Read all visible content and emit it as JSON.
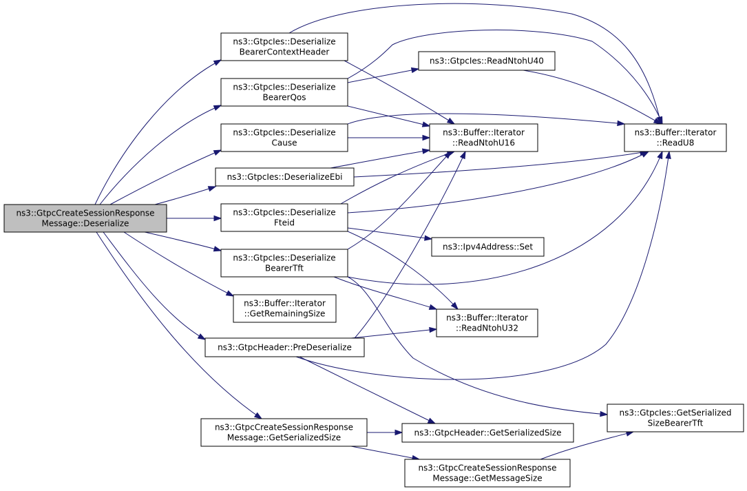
{
  "colors": {
    "node_fill": "#ffffff",
    "root_fill": "#bfbfbf",
    "node_border": "#000000",
    "edge": "#191970"
  },
  "nodes": [
    {
      "id": "root",
      "lines": [
        "ns3::GtpcCreateSessionResponse",
        "Message::Deserialize"
      ]
    },
    {
      "id": "dbch",
      "lines": [
        "ns3::GtpcIes::Deserialize",
        "BearerContextHeader"
      ]
    },
    {
      "id": "dbq",
      "lines": [
        "ns3::GtpcIes::Deserialize",
        "BearerQos"
      ]
    },
    {
      "id": "dc",
      "lines": [
        "ns3::GtpcIes::Deserialize",
        "Cause"
      ]
    },
    {
      "id": "debi",
      "lines": [
        "ns3::GtpcIes::DeserializeEbi"
      ]
    },
    {
      "id": "df",
      "lines": [
        "ns3::GtpcIes::Deserialize",
        "Fteid"
      ]
    },
    {
      "id": "dbt",
      "lines": [
        "ns3::GtpcIes::Deserialize",
        "BearerTft"
      ]
    },
    {
      "id": "grs",
      "lines": [
        "ns3::Buffer::Iterator",
        "::GetRemainingSize"
      ]
    },
    {
      "id": "pd",
      "lines": [
        "ns3::GtpcHeader::PreDeserialize"
      ]
    },
    {
      "id": "gss",
      "lines": [
        "ns3::GtpcCreateSessionResponse",
        "Message::GetSerializedSize"
      ]
    },
    {
      "id": "u40",
      "lines": [
        "ns3::GtpcIes::ReadNtohU40"
      ]
    },
    {
      "id": "u16",
      "lines": [
        "ns3::Buffer::Iterator",
        "::ReadNtohU16"
      ]
    },
    {
      "id": "u8",
      "lines": [
        "ns3::Buffer::Iterator",
        "::ReadU8"
      ]
    },
    {
      "id": "ipv4",
      "lines": [
        "ns3::Ipv4Address::Set"
      ]
    },
    {
      "id": "u32",
      "lines": [
        "ns3::Buffer::Iterator",
        "::ReadNtohU32"
      ]
    },
    {
      "id": "hgss",
      "lines": [
        "ns3::GtpcHeader::GetSerializedSize"
      ]
    },
    {
      "id": "gsbt",
      "lines": [
        "ns3::GtpcIes::GetSerialized",
        "SizeBearerTft"
      ]
    },
    {
      "id": "gms",
      "lines": [
        "ns3::GtpcCreateSessionResponse",
        "Message::GetMessageSize"
      ]
    }
  ],
  "edges": [
    {
      "from": "root",
      "to": "dbch"
    },
    {
      "from": "root",
      "to": "dbq"
    },
    {
      "from": "root",
      "to": "dc"
    },
    {
      "from": "root",
      "to": "debi"
    },
    {
      "from": "root",
      "to": "df"
    },
    {
      "from": "root",
      "to": "dbt"
    },
    {
      "from": "root",
      "to": "grs"
    },
    {
      "from": "root",
      "to": "pd"
    },
    {
      "from": "root",
      "to": "gss"
    },
    {
      "from": "dbch",
      "to": "u8"
    },
    {
      "from": "dbch",
      "to": "u16"
    },
    {
      "from": "dbq",
      "to": "u8"
    },
    {
      "from": "dbq",
      "to": "u40"
    },
    {
      "from": "dbq",
      "to": "u16"
    },
    {
      "from": "dc",
      "to": "u8"
    },
    {
      "from": "dc",
      "to": "u16"
    },
    {
      "from": "debi",
      "to": "u16"
    },
    {
      "from": "debi",
      "to": "u8"
    },
    {
      "from": "df",
      "to": "u16"
    },
    {
      "from": "df",
      "to": "u8"
    },
    {
      "from": "df",
      "to": "ipv4"
    },
    {
      "from": "df",
      "to": "u32"
    },
    {
      "from": "dbt",
      "to": "u16"
    },
    {
      "from": "dbt",
      "to": "u8"
    },
    {
      "from": "dbt",
      "to": "u32"
    },
    {
      "from": "dbt",
      "to": "gsbt"
    },
    {
      "from": "pd",
      "to": "u16"
    },
    {
      "from": "pd",
      "to": "u32"
    },
    {
      "from": "pd",
      "to": "u8"
    },
    {
      "from": "pd",
      "to": "hgss"
    },
    {
      "from": "gss",
      "to": "hgss"
    },
    {
      "from": "gss",
      "to": "gms"
    },
    {
      "from": "gms",
      "to": "gsbt"
    },
    {
      "from": "u40",
      "to": "u8"
    }
  ]
}
